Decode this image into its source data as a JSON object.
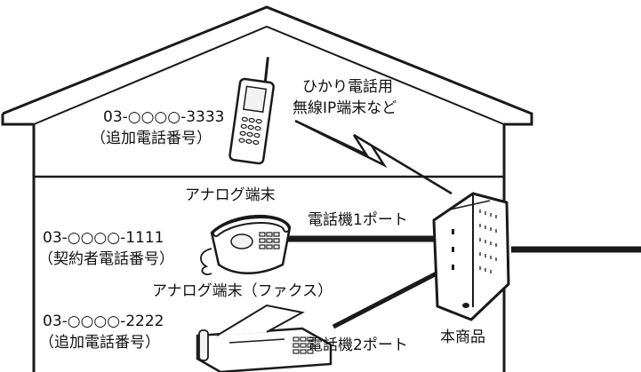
{
  "labels": {
    "wireless_device_name_line1": "ひかり電話用",
    "wireless_device_name_line2": "無線IP端末など",
    "wireless_number": "03-○○○○-3333",
    "wireless_number_note": "（追加電話番号）",
    "analog_terminal_title": "アナログ端末",
    "analog_number": "03-○○○○-1111",
    "analog_number_note": "（契約者電話番号）",
    "port1_label": "電話機1ポート",
    "fax_terminal_title": "アナログ端末（ファクス）",
    "fax_number": "03-○○○○-2222",
    "fax_number_note": "（追加電話番号）",
    "port2_label": "電話機2ポート",
    "router_label": "本商品"
  },
  "colors": {
    "line": "#1a1a1a",
    "fill": "#ffffff",
    "device_gray": "#f2f2f2"
  }
}
